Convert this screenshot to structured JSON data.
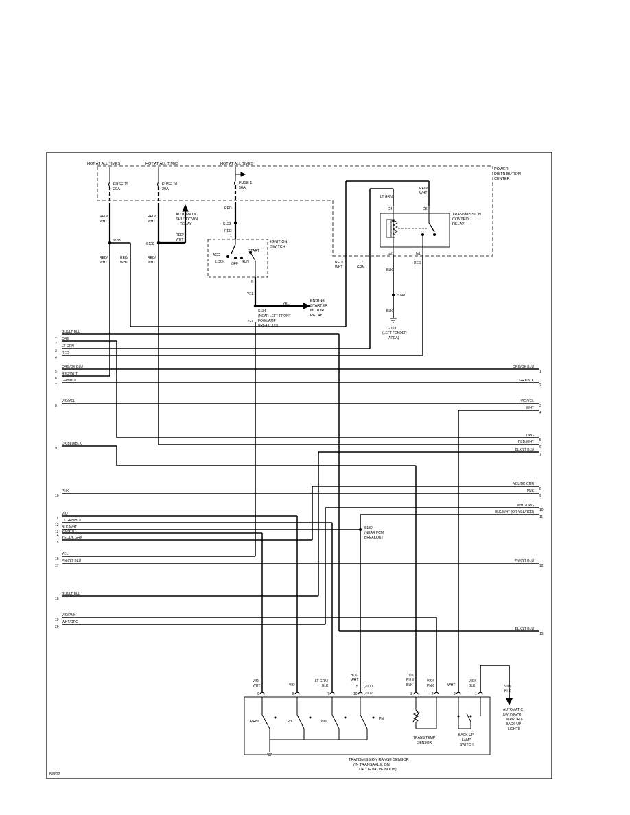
{
  "figure_id": "f56622",
  "labels": {
    "hot1": "HOT AT ALL TIMES",
    "hot2": "HOT AT ALL TIMES",
    "hot3": "HOT AT ALL TIMES",
    "fuse15": [
      "FUSE 15",
      "20A"
    ],
    "fuse10": [
      "FUSE 10",
      "20A"
    ],
    "fuse1": [
      "FUSE 1",
      "50A"
    ],
    "pdc": [
      "POWER",
      "DISTRIBUTION",
      "CENTER"
    ],
    "asd_relay": [
      "AUTOMATIC",
      "SHUTDOWN",
      "RELAY"
    ],
    "tcr": [
      "TRANSMISSION",
      "CONTROL",
      "RELAY"
    ],
    "ign_switch": [
      "IGNITION",
      "SWITCH"
    ],
    "ign_positions": [
      "ACC",
      "LOCK",
      "OFF",
      "START",
      "RUN"
    ],
    "starter": [
      "ENGINE",
      "STARTER",
      "MOTOR",
      "RELAY"
    ],
    "s134": [
      "S134",
      "(NEAR LEFT FRONT",
      "FOG LAMP",
      "BREAKOUT)"
    ],
    "s141": "S141",
    "g103": [
      "G103",
      "(LEFT FENDER",
      "AREA)"
    ],
    "s133": "S133",
    "s129": "S129",
    "s123": "S123",
    "s130": [
      "S130",
      "(NEAR PCM",
      "BREAKOUT)"
    ],
    "tr_sensor": [
      "TRANSMISSION RANGE SENSOR",
      "(IN TRANSAXLE, ON",
      "TOP OF VALVE BODY)"
    ],
    "trans_temp": [
      "TRANS TEMP",
      "SENSOR"
    ],
    "backup_switch": [
      "BACK-UP",
      "LAMP",
      "SWITCH"
    ],
    "auto_mirror": [
      "AUTOMATIC",
      "DAY/NIGHT",
      "MIRROR &",
      "BACK-UP",
      "LIGHTS"
    ],
    "year_2000": "(2000)",
    "year_2002": "(2002)",
    "switch_labels": [
      "PRNL",
      "P3L",
      "NOL",
      "PN"
    ],
    "wire_upper": [
      "RED/",
      "WHT",
      "RED/",
      "WHT",
      "RED",
      "RED",
      "RED/",
      "WHT",
      "RED/",
      "WHT",
      "RED/",
      "WHT",
      "RED/",
      "WHT",
      "RED/",
      "WHT",
      "LT GRN",
      "RED/",
      "WHT",
      "LT",
      "GRN",
      "RED",
      "BLK",
      "BLK",
      "YEL",
      "YEL",
      "YEL"
    ],
    "relay_pins": [
      "G4",
      "G5",
      "G2",
      "G1"
    ],
    "ign_pins": [
      "1",
      "6"
    ],
    "sensor_pins": [
      "9",
      "8",
      "7",
      "10",
      "5",
      "3",
      "4",
      "2",
      "1"
    ],
    "sensor_wires": [
      [
        "VIO/",
        "WHT"
      ],
      [
        "VIO"
      ],
      [
        "LT GRN/",
        "BLK"
      ],
      [
        "BLK/",
        "WHT"
      ],
      [
        "DK",
        "BLU/",
        "BLK"
      ],
      [
        "VIO/",
        "PNK"
      ],
      [
        "WHT"
      ],
      [
        "VIO/",
        "BLK"
      ]
    ],
    "mirror_wire": [
      "VIO/",
      "BLK"
    ]
  },
  "left_connector": [
    {
      "pin": "1",
      "wire": "BLK/LT BLU"
    },
    {
      "pin": "2",
      "wire": "ORG"
    },
    {
      "pin": "3",
      "wire": "LT GRN"
    },
    {
      "pin": "4",
      "wire": "RED"
    },
    {
      "pin": "5",
      "wire": "ORG/DK BLU"
    },
    {
      "pin": "6",
      "wire": "RED/WHT"
    },
    {
      "pin": "7",
      "wire": "GRY/BLK"
    },
    {
      "pin": "8",
      "wire": "VIO/YEL"
    },
    {
      "pin": "9",
      "wire": "DK BLU/BLK"
    },
    {
      "pin": "10",
      "wire": "PNK"
    },
    {
      "pin": "11",
      "wire": "VIO"
    },
    {
      "pin": "12",
      "wire": "LT GRN/BLK"
    },
    {
      "pin": "13",
      "wire": "BLK/WHT"
    },
    {
      "pin": "14",
      "wire": "VIO/WHT"
    },
    {
      "pin": "15",
      "wire": "YEL/DK GRN"
    },
    {
      "pin": "16",
      "wire": "YEL"
    },
    {
      "pin": "17",
      "wire": "PNK/LT BLU"
    },
    {
      "pin": "18",
      "wire": "BLK/LT BLU"
    },
    {
      "pin": "19",
      "wire": "VIO/PNK"
    },
    {
      "pin": "20",
      "wire": "WHT/ORG"
    }
  ],
  "right_connector": [
    {
      "pin": "1",
      "wire": "ORG/DK BLU"
    },
    {
      "pin": "2",
      "wire": "GRY/BLK"
    },
    {
      "pin": "3",
      "wire": "VIO/YEL"
    },
    {
      "pin": "4",
      "wire": "WHT"
    },
    {
      "pin": "5",
      "wire": "ORG"
    },
    {
      "pin": "6",
      "wire": "RED/WHT"
    },
    {
      "pin": "7",
      "wire": "BLK/LT BLU"
    },
    {
      "pin": "8",
      "wire": "YEL/DK GRN"
    },
    {
      "pin": "9",
      "wire": "PNK"
    },
    {
      "pin": "10",
      "wire": "WHT/ORG"
    },
    {
      "pin": "11",
      "wire": "BLK/WHT (OR YEL/RED)"
    },
    {
      "pin": "12",
      "wire": "PNK/LT BLU"
    },
    {
      "pin": "13",
      "wire": "BLK/LT BLU"
    }
  ]
}
